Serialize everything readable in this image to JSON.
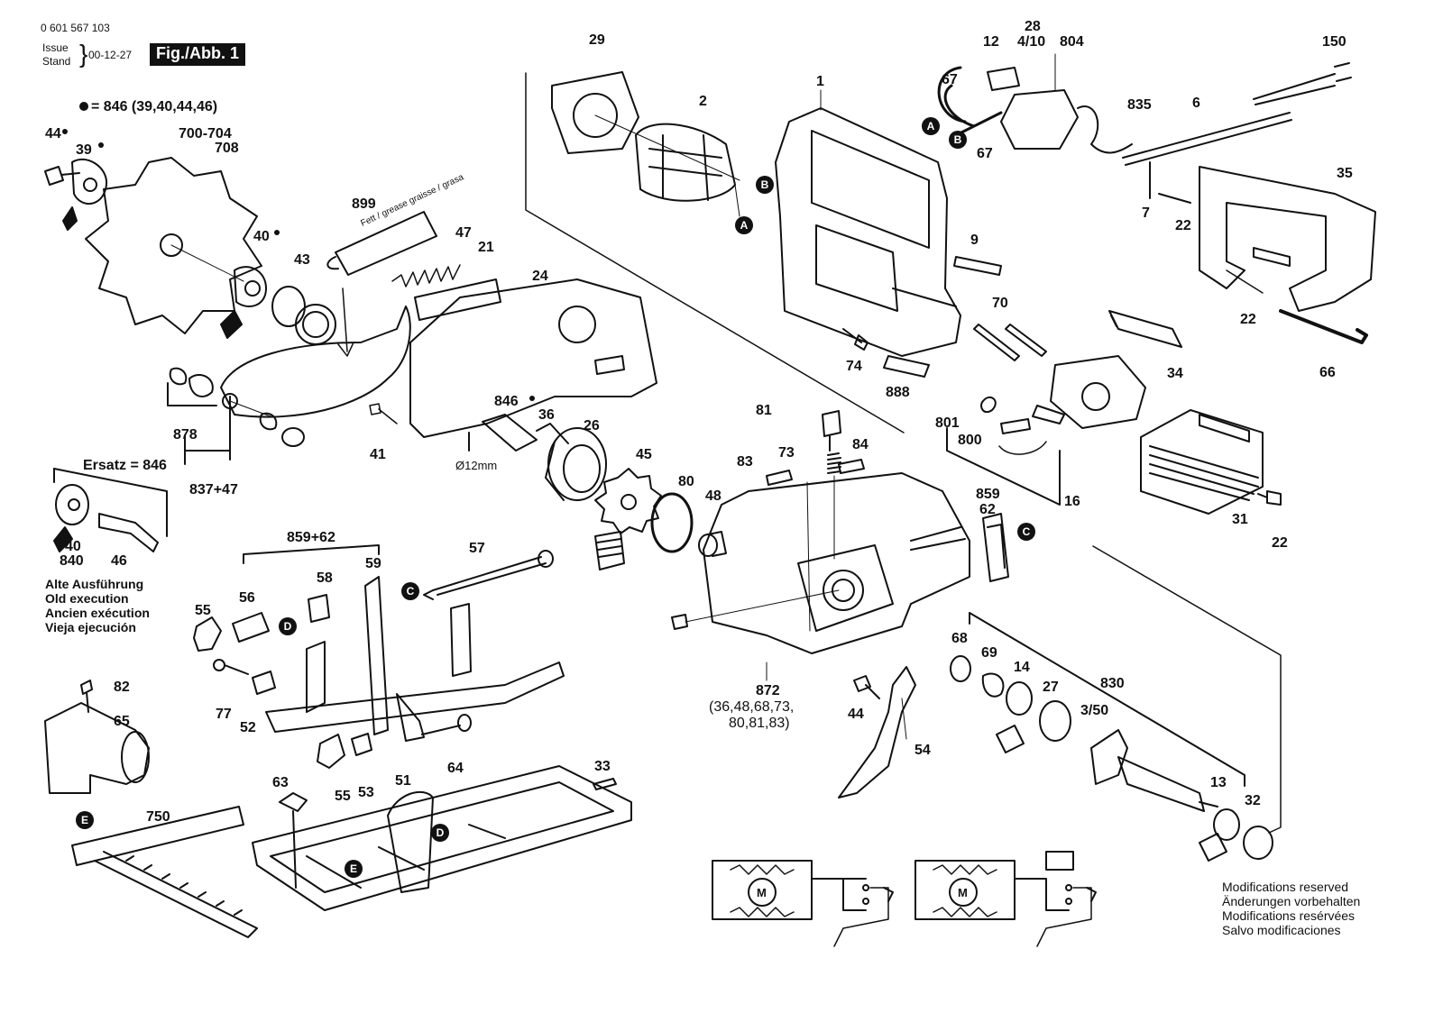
{
  "header": {
    "part_no": "0 601 567 103",
    "issue": "Issue",
    "stand": "Stand",
    "brace": "}",
    "date": "00-12-27",
    "fig": "Fig./Abb. 1"
  },
  "legend_note": "= 846 (39,40,44,46)",
  "ersatz": "Ersatz = 846",
  "old_execution": [
    "Alte Ausführung",
    "Old execution",
    "Ancien exécution",
    "Vieja ejecución"
  ],
  "part_872_note": [
    "872",
    "(36,48,68,73,",
    "80,81,83)"
  ],
  "diameter": "Ø12mm",
  "grease_tube": "Fett / grease graisse / grasa",
  "modifications": [
    "Modifications reserved",
    "Änderungen vorbehalten",
    "Modifications resérvées",
    "Salvo modificaciones"
  ],
  "markers": [
    "A",
    "B",
    "C",
    "D",
    "E"
  ],
  "motor_symbol": "M",
  "parts": {
    "p29": "29",
    "p2": "2",
    "p1": "1",
    "p28": "28",
    "p12": "12",
    "p4_10": "4/10",
    "p804": "804",
    "p150": "150",
    "p835": "835",
    "p6": "6",
    "p67a": "67",
    "p67b": "67",
    "p7": "7",
    "p22a": "22",
    "p35": "35",
    "p22b": "22",
    "p66": "66",
    "p44": "44",
    "p39": "39",
    "p700": "700-704",
    "p708": "708",
    "p899": "899",
    "p47": "47",
    "p21": "21",
    "p24": "24",
    "p40": "40",
    "p43": "43",
    "p9": "9",
    "p70": "70",
    "p74": "74",
    "p888": "888",
    "p34": "34",
    "p878": "878",
    "p837": "837+47",
    "p41": "41",
    "p846": "846",
    "p36": "36",
    "p26": "26",
    "p45": "45",
    "p80": "80",
    "p48": "48",
    "p81": "81",
    "p73": "73",
    "p84": "84",
    "p83": "83",
    "p801": "801",
    "p800": "800",
    "p16": "16",
    "p31": "31",
    "p22c": "22",
    "p859": "859",
    "p62": "62",
    "p840": "840",
    "p40b": "40",
    "p46": "46",
    "p859_62": "859+62",
    "p59": "59",
    "p57": "57",
    "p58": "58",
    "p56": "56",
    "p55a": "55",
    "p77": "77",
    "p52": "52",
    "p55b": "55",
    "p53": "53",
    "p64": "64",
    "p82": "82",
    "p65": "65",
    "p68": "68",
    "p69": "69",
    "p14": "14",
    "p27": "27",
    "p830": "830",
    "p3_50": "3/50",
    "p44b": "44",
    "p54": "54",
    "p13": "13",
    "p32": "32",
    "p63": "63",
    "p51": "51",
    "p33": "33",
    "p750": "750"
  }
}
